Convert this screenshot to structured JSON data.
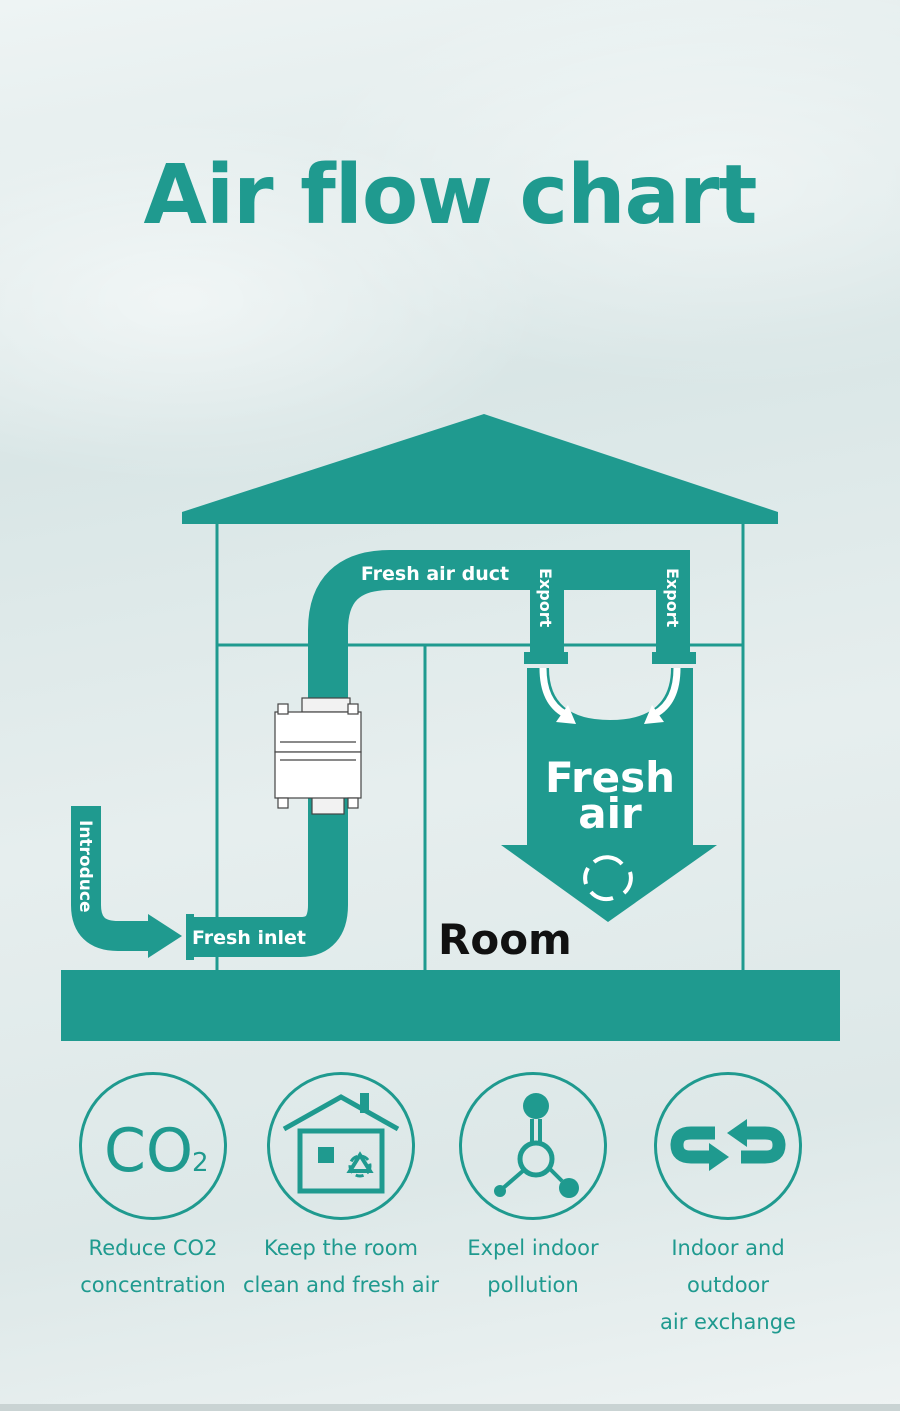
{
  "title": "Air flow chart",
  "diagram": {
    "labels": {
      "duct": "Fresh air duct",
      "export_left": "Export",
      "export_right": "Export",
      "fresh_air_line1": "Fresh",
      "fresh_air_line2": "air",
      "introduce": "Introduce",
      "fresh_inlet": "Fresh inlet",
      "room": "Room"
    }
  },
  "features": [
    {
      "icon": "co2-icon",
      "icon_text": "CO",
      "icon_sub": "2",
      "line1": "Reduce CO2",
      "line2": "concentration"
    },
    {
      "icon": "house-recycle-icon",
      "line1": "Keep the room",
      "line2": "clean and fresh air"
    },
    {
      "icon": "molecule-icon",
      "line1": "Expel indoor",
      "line2": "pollution"
    },
    {
      "icon": "exchange-arrows-icon",
      "line1": "Indoor and outdoor",
      "line2": "air exchange"
    }
  ],
  "colors": {
    "accent": "#1f9a8f"
  }
}
